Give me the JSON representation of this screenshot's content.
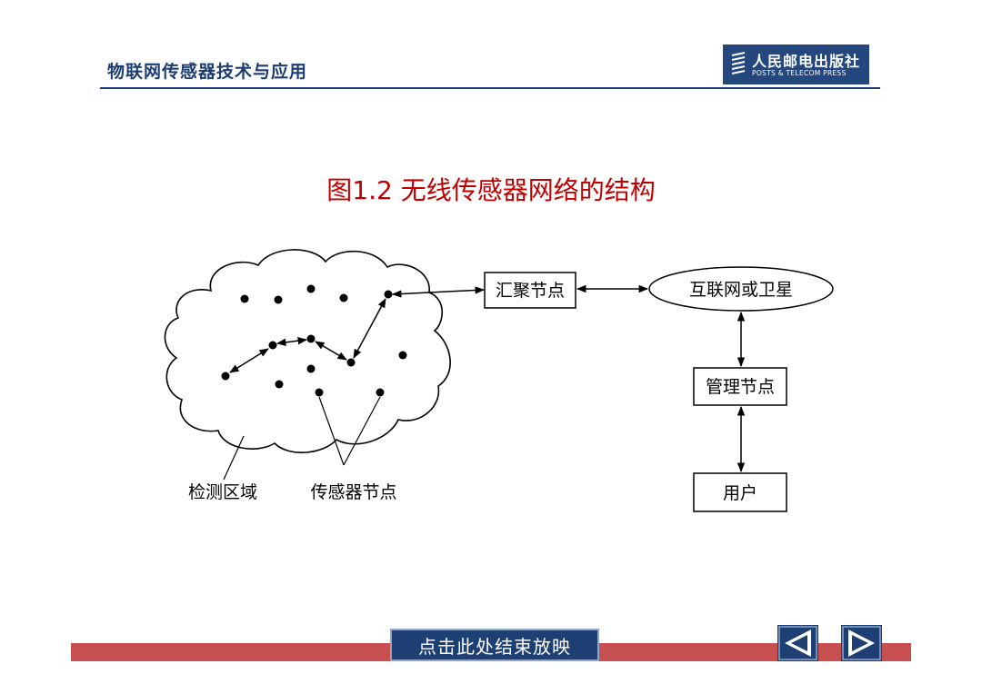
{
  "header": {
    "title": "物联网传感器技术与应用",
    "publisher_cn": "人民邮电出版社",
    "publisher_en": "POSTS & TELECOM PRESS"
  },
  "figure": {
    "title": "图1.2  无线传感器网络的结构",
    "nodes": {
      "sink": "汇聚节点",
      "internet": "互联网或卫星",
      "manager": "管理节点",
      "user": "用户"
    },
    "labels": {
      "monitor_area": "检测区域",
      "sensor_nodes": "传感器节点"
    }
  },
  "footer": {
    "end_show": "点击此处结束放映",
    "prev_icon": "triangle-left-icon",
    "next_icon": "triangle-right-icon"
  },
  "colors": {
    "header_text": "#1c3d72",
    "figure_title": "#c00000",
    "bar": "#c84f4f",
    "button_bg": "#1e3f74"
  }
}
